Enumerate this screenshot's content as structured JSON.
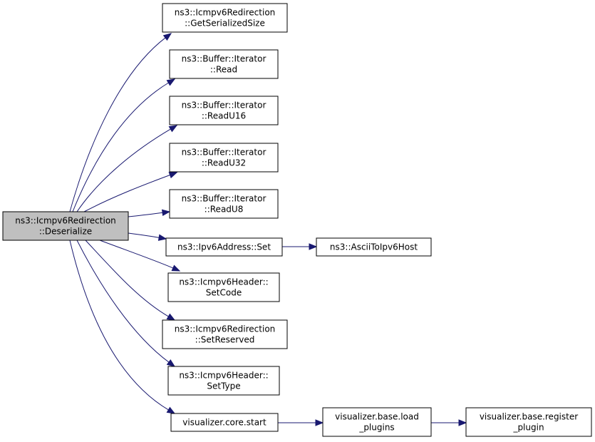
{
  "diagram": {
    "nodes": [
      {
        "id": "deserialize",
        "lines": [
          "ns3::Icmpv6Redirection",
          "::Deserialize"
        ],
        "root": true
      },
      {
        "id": "getserializedsize",
        "lines": [
          "ns3::Icmpv6Redirection",
          "::GetSerializedSize"
        ]
      },
      {
        "id": "read",
        "lines": [
          "ns3::Buffer::Iterator",
          "::Read"
        ]
      },
      {
        "id": "readu16",
        "lines": [
          "ns3::Buffer::Iterator",
          "::ReadU16"
        ]
      },
      {
        "id": "readu32",
        "lines": [
          "ns3::Buffer::Iterator",
          "::ReadU32"
        ]
      },
      {
        "id": "readu8",
        "lines": [
          "ns3::Buffer::Iterator",
          "::ReadU8"
        ]
      },
      {
        "id": "ipv6set",
        "lines": [
          "ns3::Ipv6Address::Set"
        ]
      },
      {
        "id": "asciitoipv6host",
        "lines": [
          "ns3::AsciiToIpv6Host"
        ]
      },
      {
        "id": "setcode",
        "lines": [
          "ns3::Icmpv6Header::",
          "SetCode"
        ]
      },
      {
        "id": "setreserved",
        "lines": [
          "ns3::Icmpv6Redirection",
          "::SetReserved"
        ]
      },
      {
        "id": "settype",
        "lines": [
          "ns3::Icmpv6Header::",
          "SetType"
        ]
      },
      {
        "id": "corestart",
        "lines": [
          "visualizer.core.start"
        ]
      },
      {
        "id": "loadplugins",
        "lines": [
          "visualizer.base.load",
          "_plugins"
        ]
      },
      {
        "id": "registerplugin",
        "lines": [
          "visualizer.base.register",
          "_plugin"
        ]
      }
    ],
    "edges": [
      {
        "from": "deserialize",
        "to": "getserializedsize"
      },
      {
        "from": "deserialize",
        "to": "read"
      },
      {
        "from": "deserialize",
        "to": "readu16"
      },
      {
        "from": "deserialize",
        "to": "readu32"
      },
      {
        "from": "deserialize",
        "to": "readu8"
      },
      {
        "from": "deserialize",
        "to": "ipv6set"
      },
      {
        "from": "deserialize",
        "to": "setcode"
      },
      {
        "from": "deserialize",
        "to": "setreserved"
      },
      {
        "from": "deserialize",
        "to": "settype"
      },
      {
        "from": "deserialize",
        "to": "corestart"
      },
      {
        "from": "ipv6set",
        "to": "asciitoipv6host"
      },
      {
        "from": "corestart",
        "to": "loadplugins"
      },
      {
        "from": "loadplugins",
        "to": "registerplugin"
      }
    ],
    "colors": {
      "edge": "#191970",
      "root_fill": "#bfbfbf",
      "node_fill": "#ffffff",
      "border": "#000000"
    }
  }
}
